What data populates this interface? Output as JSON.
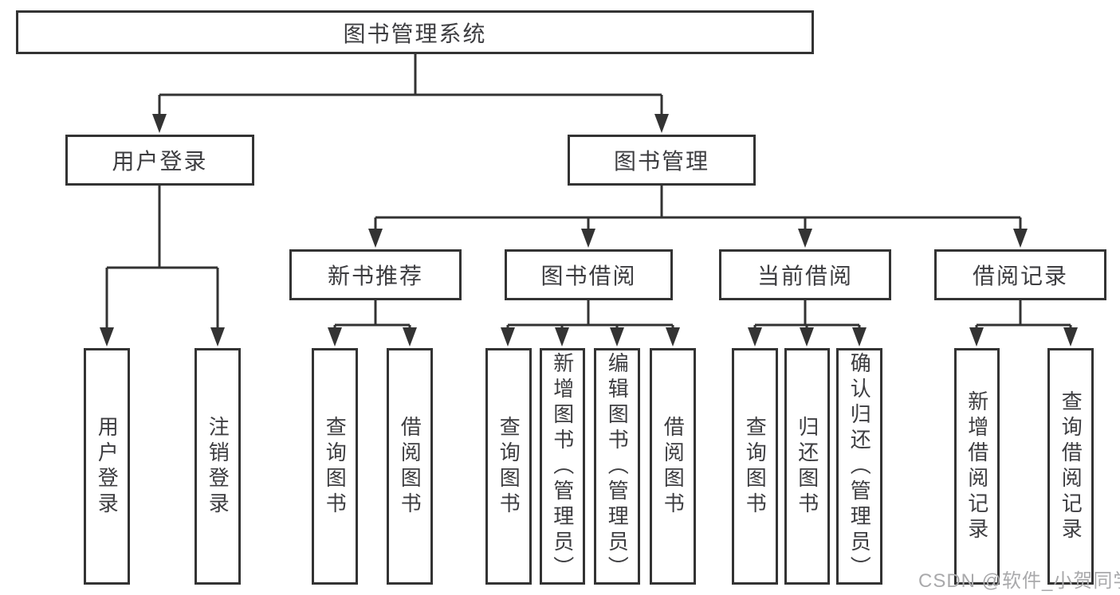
{
  "diagram": {
    "tree": {
      "label": "图书管理系统",
      "children": [
        {
          "label": "用户登录",
          "children": [
            {
              "label": "用户登录"
            },
            {
              "label": "注销登录"
            }
          ]
        },
        {
          "label": "图书管理",
          "children": [
            {
              "label": "新书推荐",
              "children": [
                {
                  "label": "查询图书"
                },
                {
                  "label": "借阅图书"
                }
              ]
            },
            {
              "label": "图书借阅",
              "children": [
                {
                  "label": "查询图书"
                },
                {
                  "label": "新增图书（管理员）"
                },
                {
                  "label": "编辑图书（管理员）"
                },
                {
                  "label": "借阅图书"
                }
              ]
            },
            {
              "label": "当前借阅",
              "children": [
                {
                  "label": "查询图书"
                },
                {
                  "label": "归还图书"
                },
                {
                  "label": "确认归还（管理员）"
                }
              ]
            },
            {
              "label": "借阅记录",
              "children": [
                {
                  "label": "新增借阅记录"
                },
                {
                  "label": "查询借阅记录"
                }
              ]
            }
          ]
        }
      ]
    },
    "watermark": "CSDN @软件_小贺同学",
    "colors": {
      "line": "#333333",
      "text": "#3d3d40",
      "watermark": "#a9a9ab",
      "background": "#ffffff"
    }
  }
}
